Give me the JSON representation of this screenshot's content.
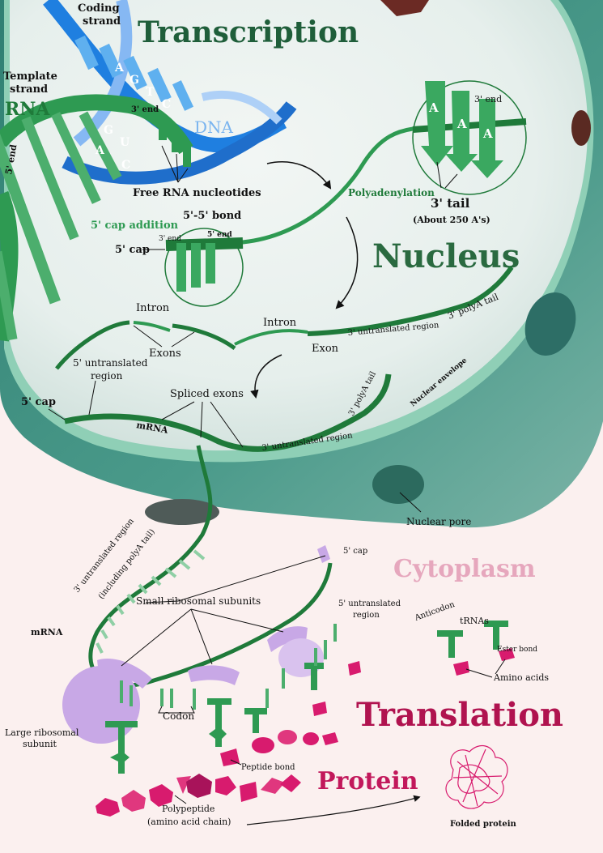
{
  "titles": {
    "transcription": "Transcription",
    "nucleus": "Nucleus",
    "cytoplasm": "Cytoplasm",
    "translation": "Translation",
    "protein": "Protein"
  },
  "transcription_labels": {
    "coding_strand_1": "Coding",
    "coding_strand_2": "strand",
    "template_strand_1": "Template",
    "template_strand_2": "strand",
    "rna": "RNA",
    "dna": "DNA",
    "five_end": "5' end",
    "three_end": "3' end",
    "free_nucleotides": "Free RNA nucleotides",
    "polyadenylation": "Polyadenylation",
    "three_tail": "3' tail",
    "about_250": "(About 250 A's)",
    "tail_three_end": "3' end",
    "cap_addition": "5' cap addition",
    "bond_55": "5'-5' bond",
    "cap_three_end": "3' end",
    "cap_five_end": "5' end",
    "five_cap": "5' cap"
  },
  "dna_bases_coding": [
    "A",
    "G",
    "T",
    "C"
  ],
  "dna_bases_template": [
    "A",
    "G",
    "U",
    "C"
  ],
  "polya_letters": [
    "A",
    "A",
    "A"
  ],
  "splicing_labels": {
    "intron_1": "Intron",
    "intron_2": "Intron",
    "exons": "Exons",
    "exon": "Exon",
    "utr5_1": "5' untranslated",
    "utr5_2": "region",
    "utr3": "3' untranslated region",
    "polya_tail": "3' polyA tail",
    "five_cap": "5' cap",
    "spliced_exons": "Spliced exons",
    "mrna": "mRNA",
    "utr3_b": "3' untranslated region",
    "polya_tail_b": "3' polyA tail",
    "nuclear_envelope": "Nuclear envelope",
    "nuclear_pore": "Nuclear pore"
  },
  "translation_labels": {
    "utr3_1": "3' untranslated region",
    "utr3_2": "(including polyA tail)",
    "mrna": "mRNA",
    "five_cap": "5' cap",
    "small_subunits": "Small ribosomal subunits",
    "utr5_1": "5' untranslated",
    "utr5_2": "region",
    "anticodon": "Anticodon",
    "trnas": "tRNAs",
    "ester_bond": "Ester bond",
    "amino_acids": "Amino acids",
    "large_subunit_1": "Large ribosomal",
    "large_subunit_2": "subunit",
    "codon": "Codon",
    "peptide_bond": "Peptide bond",
    "polypeptide_1": "Polypeptide",
    "polypeptide_2": "(amino acid chain)",
    "folded_protein": "Folded protein"
  },
  "colors": {
    "nucleus_fill": "#3f8a7c",
    "nucleus_inner": "#eef3f1",
    "title_green": "#1f5e3a",
    "rna_green": "#2e9a52",
    "dna_blue": "#1f7fe0",
    "ribosome_purple": "#c8a8e6",
    "peptide_pink": "#d81b6e",
    "translation_red": "#b0134f",
    "cytoplasm_pink": "#e6a7bd"
  }
}
